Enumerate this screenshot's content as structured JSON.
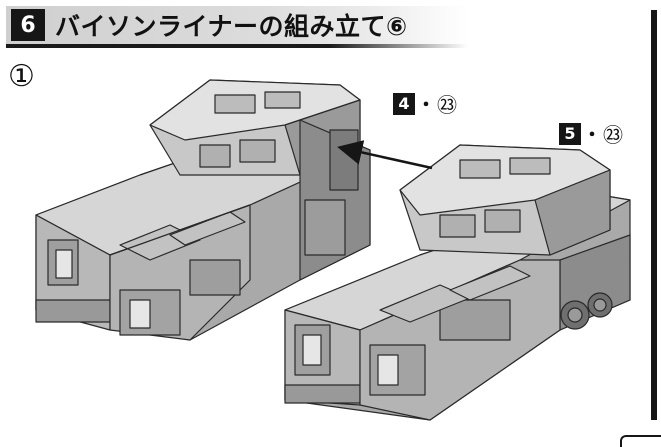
{
  "header": {
    "step_number": "6",
    "title": "バイソンライナーの組み立て⑥"
  },
  "sub_step": "①",
  "parts": {
    "left": {
      "number": "4",
      "separator": "・",
      "sub": "㉓"
    },
    "right": {
      "number": "5",
      "separator": "・",
      "sub": "㉓"
    }
  },
  "colors": {
    "accent": "#161616",
    "model_face": "#bdbdbd",
    "model_top": "#d9d9d9",
    "model_side": "#8f8f8f"
  },
  "icons": {
    "assembly_arrow": "arrow-left-icon"
  }
}
